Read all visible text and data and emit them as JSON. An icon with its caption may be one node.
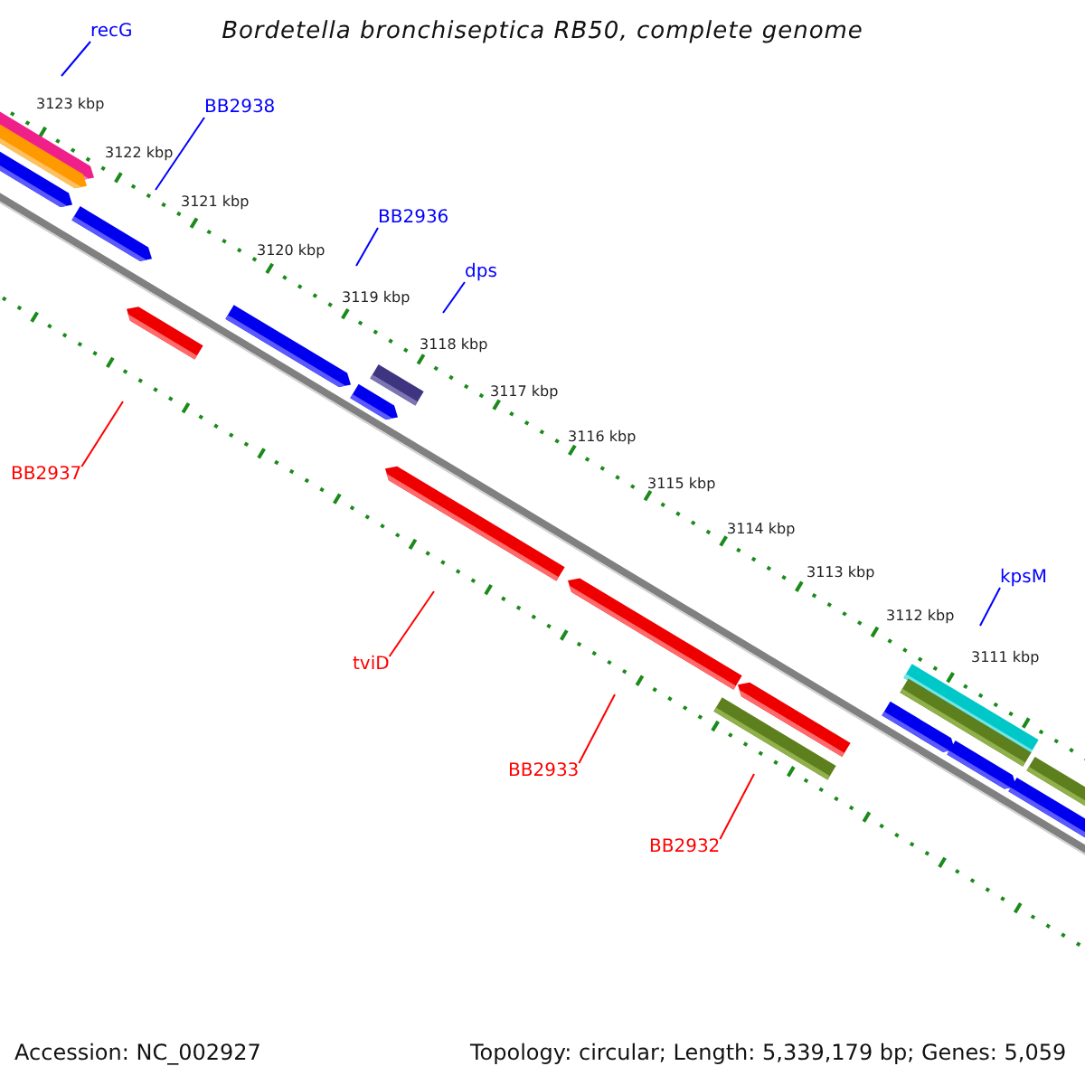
{
  "diagram": {
    "title": "Bordetella bronchiseptica RB50, complete genome",
    "nodes": [
      {
        "text": [
          "recG"
        ]
      },
      {
        "text": [
          "BB2938"
        ]
      },
      {
        "text": [
          "BB2936"
        ]
      },
      {
        "text": [
          "dps"
        ]
      },
      {
        "text": [
          "kpsM"
        ]
      },
      {
        "text": [
          "BB2937"
        ]
      },
      {
        "text": [
          "tviD"
        ]
      },
      {
        "text": [
          "BB2933"
        ]
      },
      {
        "text": [
          "BB2932"
        ]
      }
    ],
    "edges": [
      {
        "from": 0,
        "to": null,
        "arrow": "none"
      },
      {
        "from": 1,
        "to": null,
        "arrow": "none"
      },
      {
        "from": 2,
        "to": null,
        "arrow": "none"
      },
      {
        "from": 3,
        "to": null,
        "arrow": "none"
      },
      {
        "from": 4,
        "to": null,
        "arrow": "none"
      },
      {
        "from": 5,
        "to": null,
        "arrow": "none",
        "color": "#ff0000"
      },
      {
        "from": 6,
        "to": null,
        "arrow": "none",
        "color": "#ff0000"
      },
      {
        "from": 7,
        "to": null,
        "arrow": "none",
        "color": "#ff0000"
      },
      {
        "from": 8,
        "to": null,
        "arrow": "none",
        "color": "#ff0000"
      }
    ],
    "labels": [
      "3123 kbp",
      "3122 kbp",
      "3121 kbp",
      "3120 kbp",
      "3119 kbp",
      "3118 kbp",
      "3117 kbp",
      "3116 kbp",
      "3115 kbp",
      "3114 kbp",
      "3113 kbp",
      "3112 kbp",
      "3111 kbp",
      "Accession: NC_002927",
      "Topology: circular; Length: 5,339,179 bp; Genes: 5,059"
    ]
  }
}
